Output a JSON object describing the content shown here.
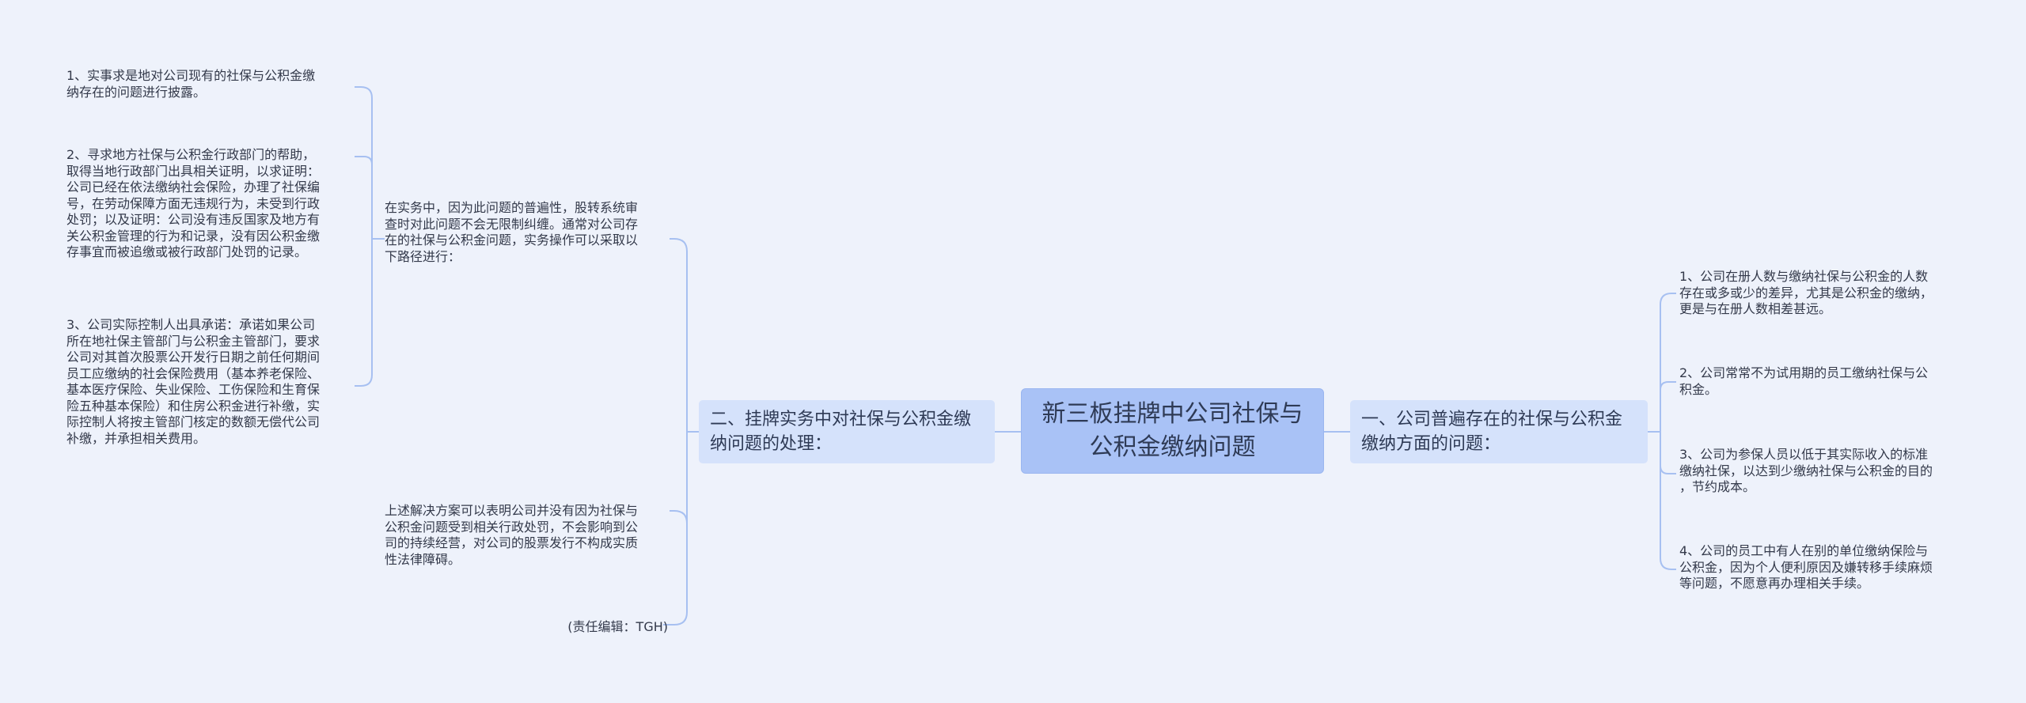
{
  "root": {
    "title": "新三板挂牌中公司社保与公积金缴纳问题"
  },
  "left_branch": {
    "label": "二、挂牌实务中对社保与公积金缴纳问题的处理：",
    "children": [
      {
        "text": "在实务中，因为此问题的普遍性，股转系统审\n查时对此问题不会无限制纠缠。通常对公司存\n在的社保与公积金问题，实务操作可以采取以\n下路径进行：",
        "children": [
          {
            "text": "1、实事求是地对公司现有的社保与公积金缴\n纳存在的问题进行披露。"
          },
          {
            "text": "2、寻求地方社保与公积金行政部门的帮助，\n取得当地行政部门出具相关证明，以求证明：\n公司已经在依法缴纳社会保险，办理了社保编\n号，在劳动保障方面无违规行为，未受到行政\n处罚；以及证明：公司没有违反国家及地方有\n关公积金管理的行为和记录，没有因公积金缴\n存事宜而被追缴或被行政部门处罚的记录。"
          },
          {
            "text": "3、公司实际控制人出具承诺：承诺如果公司\n所在地社保主管部门与公积金主管部门，要求\n公司对其首次股票公开发行日期之前任何期间\n员工应缴纳的社会保险费用（基本养老保险、\n基本医疗保险、失业保险、工伤保险和生育保\n险五种基本保险）和住房公积金进行补缴，实\n际控制人将按主管部门核定的数额无偿代公司\n补缴，并承担相关费用。"
          }
        ]
      },
      {
        "text": "上述解决方案可以表明公司并没有因为社保与\n公积金问题受到相关行政处罚，不会影响到公\n司的持续经营，对公司的股票发行不构成实质\n性法律障碍。"
      },
      {
        "text": "(责任编辑：TGH)"
      }
    ]
  },
  "right_branch": {
    "label": "一、公司普遍存在的社保与公积金缴纳方面的问题：",
    "children": [
      {
        "text": "1、公司在册人数与缴纳社保与公积金的人数\n存在或多或少的差异，尤其是公积金的缴纳，\n更是与在册人数相差甚远。"
      },
      {
        "text": "2、公司常常不为试用期的员工缴纳社保与公\n积金。"
      },
      {
        "text": "3、公司为参保人员以低于其实际收入的标准\n缴纳社保，以达到少缴纳社保与公积金的目的\n，节约成本。"
      },
      {
        "text": "4、公司的员工中有人在别的单位缴纳保险与\n公积金，因为个人便利原因及嫌转移手续麻烦\n等问题，不愿意再办理相关手续。"
      }
    ]
  },
  "colors": {
    "background": "#eef2fb",
    "root_fill": "#a9c2f6",
    "branch_fill": "#d5e2fb",
    "connector": "#a7c0f1"
  }
}
